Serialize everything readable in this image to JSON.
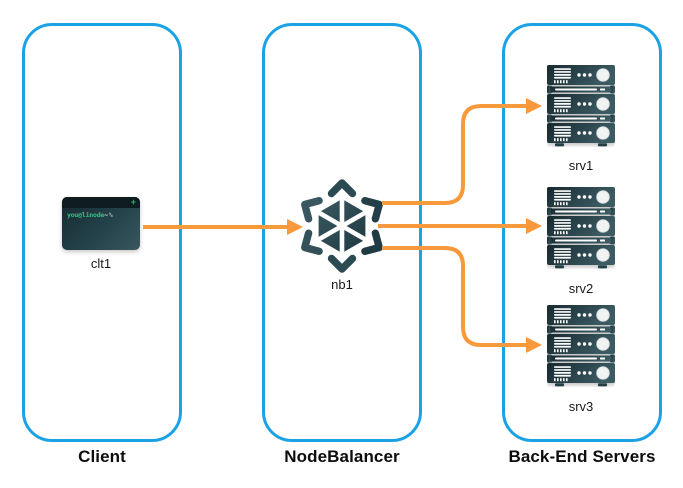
{
  "columns": [
    {
      "label": "Client"
    },
    {
      "label": "NodeBalancer"
    },
    {
      "label": "Back-End Servers"
    }
  ],
  "nodes": {
    "client": {
      "label": "clt1"
    },
    "nodebalancer": {
      "label": "nb1"
    },
    "servers": [
      {
        "label": "srv1"
      },
      {
        "label": "srv2"
      },
      {
        "label": "srv3"
      }
    ]
  },
  "terminal": {
    "window_button": "+",
    "prompt_user": "you@linode",
    "prompt_path": "~",
    "prompt_symbol": "%"
  },
  "colors": {
    "column_border": "#1BA2E5",
    "arrow": "#F8993C",
    "icon_teal_dark": "#1E3942",
    "icon_teal_light": "#3A585F",
    "terminal_green": "#2EC487",
    "window_button_green": "#00C167"
  }
}
